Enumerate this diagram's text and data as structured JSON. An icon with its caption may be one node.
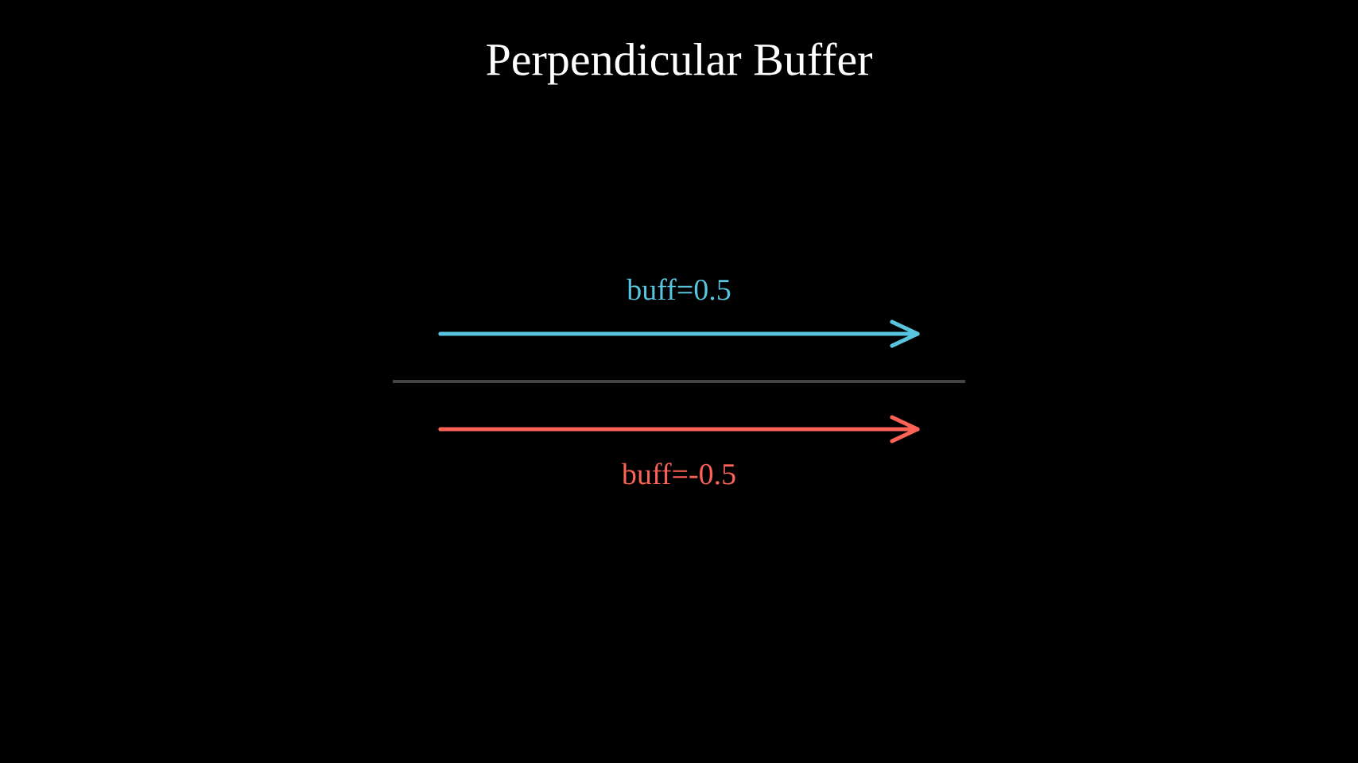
{
  "diagram": {
    "title": "Perpendicular Buffer",
    "labels": [
      "buff=0.5",
      "buff=-0.5"
    ]
  }
}
